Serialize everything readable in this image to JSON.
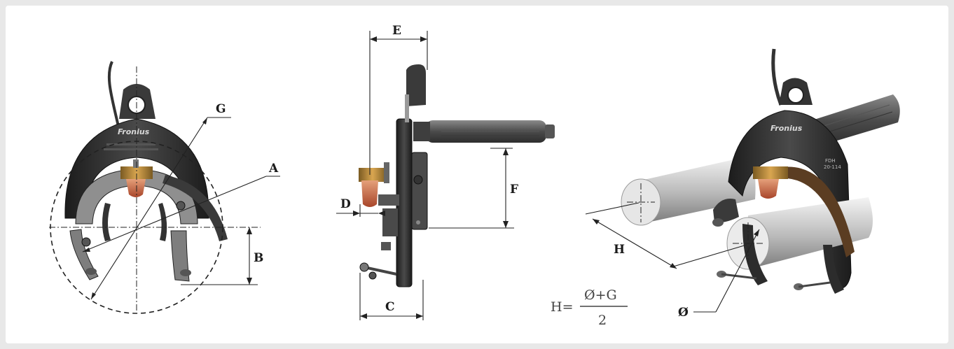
{
  "labels": {
    "A": "A",
    "B": "B",
    "C": "C",
    "D": "D",
    "E": "E",
    "F": "F",
    "G": "G",
    "H": "H",
    "diameter": "Ø"
  },
  "formula": {
    "lhs": "H=",
    "numerator": "Ø+G",
    "denominator": "2"
  },
  "logo_text": "Fronius",
  "plate_text": [
    "FDH",
    "20-114"
  ],
  "colors": {
    "background": "#e8e8e8",
    "panel": "#ffffff",
    "metal_dark": "#2a2a2a",
    "metal_grey": "#8c8c8c",
    "brass": "#b8863a",
    "copper": "#c9623a"
  }
}
